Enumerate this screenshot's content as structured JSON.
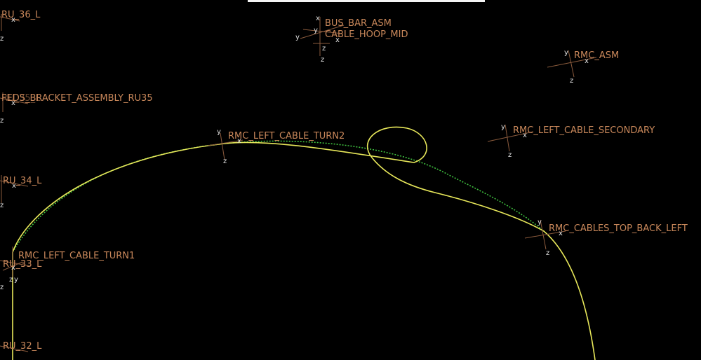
{
  "window": {
    "toolbar_segments": 10
  },
  "colors": {
    "background": "#000000",
    "label": "#c8875a",
    "axis": "#8a5a3c",
    "axis_text": "#e0e0e0",
    "cable_path": "#e8e85a",
    "reference_path": "#3fbf3f"
  },
  "frames": [
    {
      "id": "ru36",
      "label": "RU_36_L",
      "axes": [
        "x",
        "z"
      ]
    },
    {
      "id": "busbar",
      "label": "BUS_BAR_ASM",
      "axes": [
        "x",
        "y",
        "z"
      ]
    },
    {
      "id": "hoop",
      "label": "CABLE_HOOP_MID",
      "axes": [
        "x",
        "y",
        "z"
      ]
    },
    {
      "id": "rmcasm",
      "label": "RMC_ASM",
      "axes": [
        "y",
        "x",
        "z"
      ]
    },
    {
      "id": "ru35",
      "label": "RU_35_L",
      "axes": [
        "x",
        "z"
      ]
    },
    {
      "id": "bracket",
      "label": "FEDS_BRACKET_ASSEMBLY_RU35",
      "axes": []
    },
    {
      "id": "turn2",
      "label": "RMC_LEFT_CABLE_TURN2",
      "axes": [
        "y",
        "x",
        "z"
      ]
    },
    {
      "id": "secondary",
      "label": "RMC_LEFT_CABLE_SECONDARY",
      "axes": [
        "y",
        "x",
        "z"
      ]
    },
    {
      "id": "ru34",
      "label": "RU_34_L",
      "axes": [
        "x",
        "z"
      ]
    },
    {
      "id": "topback",
      "label": "RMC_CABLES_TOP_BACK_LEFT",
      "axes": [
        "y",
        "x",
        "z"
      ]
    },
    {
      "id": "turn1",
      "label": "RMC_LEFT_CABLE_TURN1",
      "axes": [
        "x",
        "z",
        "y"
      ]
    },
    {
      "id": "ru33",
      "label": "RU_33_L",
      "axes": [
        "x",
        "z"
      ]
    },
    {
      "id": "ru32",
      "label": "RU_32_L",
      "axes": []
    }
  ]
}
